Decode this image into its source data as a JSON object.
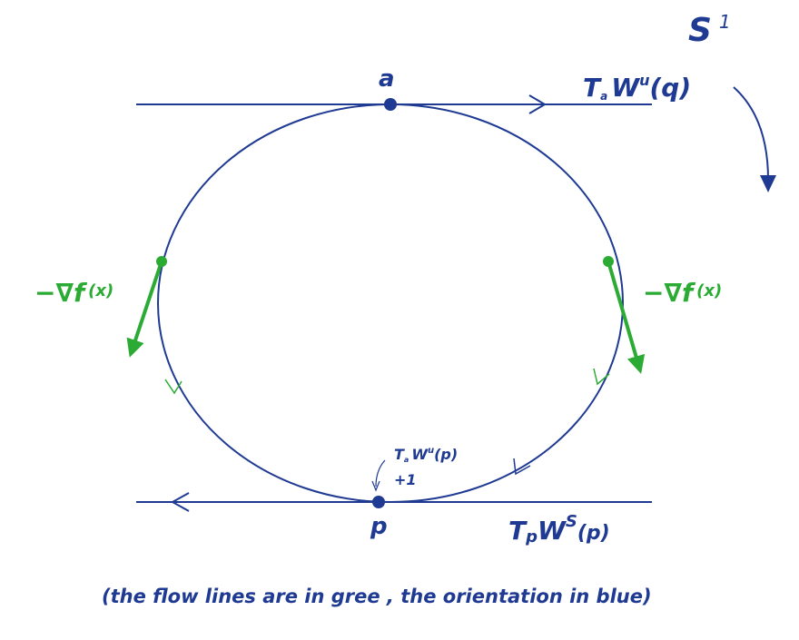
{
  "labels": {
    "circle_name": "S",
    "circle_superscript": "1",
    "point_top": "a",
    "point_bottom": "p",
    "tangent_top_T": "T",
    "tangent_top_sub": "a",
    "tangent_top_W": "W",
    "tangent_top_sup": "u",
    "tangent_top_arg": "(q)",
    "tangent_bottom_T": "T",
    "tangent_bottom_sub": "p",
    "tangent_bottom_W": "W",
    "tangent_bottom_sup": "S",
    "tangent_bottom_arg": "(p)",
    "neg_grad_left": "−∇f",
    "neg_grad_left_arg": "(x)",
    "neg_grad_right": "−∇f",
    "neg_grad_right_arg": "(x)",
    "small_T": "T",
    "small_sub": "a",
    "small_W": "W",
    "small_sup": "u",
    "small_arg": "(p)",
    "small_sign": "+1",
    "caption": "(the flow lines are in gree , the orientation in blue)"
  },
  "colors": {
    "orientation": "#1f3a93",
    "flow": "#2bab34"
  }
}
